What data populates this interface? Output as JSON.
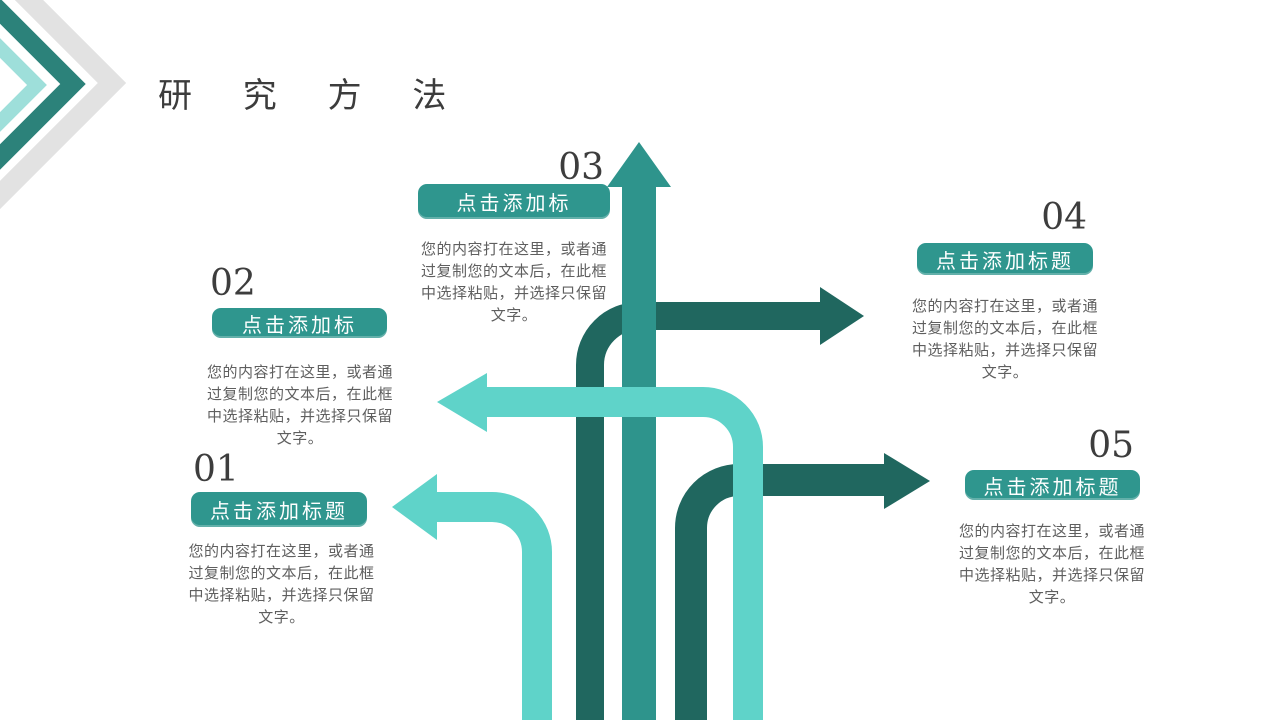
{
  "slide": {
    "title": "研 究 方 法"
  },
  "sections": [
    {
      "number": "01",
      "label": "点击添加标题",
      "body": "您的内容打在这里，或者通过复制您的文本后，在此框中选择粘贴，并选择只保留文字。"
    },
    {
      "number": "02",
      "label": "点击添加标",
      "body": "您的内容打在这里，或者通过复制您的文本后，在此框中选择粘贴，并选择只保留文字。"
    },
    {
      "number": "03",
      "label": "点击添加标",
      "body": "您的内容打在这里，或者通过复制您的文本后，在此框中选择粘贴，并选择只保留文字。"
    },
    {
      "number": "04",
      "label": "点击添加标题",
      "body": "您的内容打在这里，或者通过复制您的文本后，在此框中选择粘贴，并选择只保留文字。"
    },
    {
      "number": "05",
      "label": "点击添加标题",
      "body": "您的内容打在这里，或者通过复制您的文本后，在此框中选择粘贴，并选择只保留文字。"
    }
  ],
  "arrows": [
    {
      "name": "arrow-01",
      "direction": "left",
      "shade": "light"
    },
    {
      "name": "arrow-02",
      "direction": "left",
      "shade": "light"
    },
    {
      "name": "arrow-03",
      "direction": "up",
      "shade": "medium"
    },
    {
      "name": "arrow-04",
      "direction": "right",
      "shade": "dark"
    },
    {
      "name": "arrow-05",
      "direction": "right",
      "shade": "dark"
    }
  ],
  "colors": {
    "dark_teal": "#20675f",
    "medium_teal": "#2e948c",
    "light_teal": "#5fd3c9",
    "label_box": "#2f968e",
    "chevron_gray": "#e2e2e2",
    "chevron_dark": "#2c827a",
    "chevron_light": "#9edfda",
    "title_text": "#3c3c3c",
    "body_text": "#5f5f5f"
  }
}
